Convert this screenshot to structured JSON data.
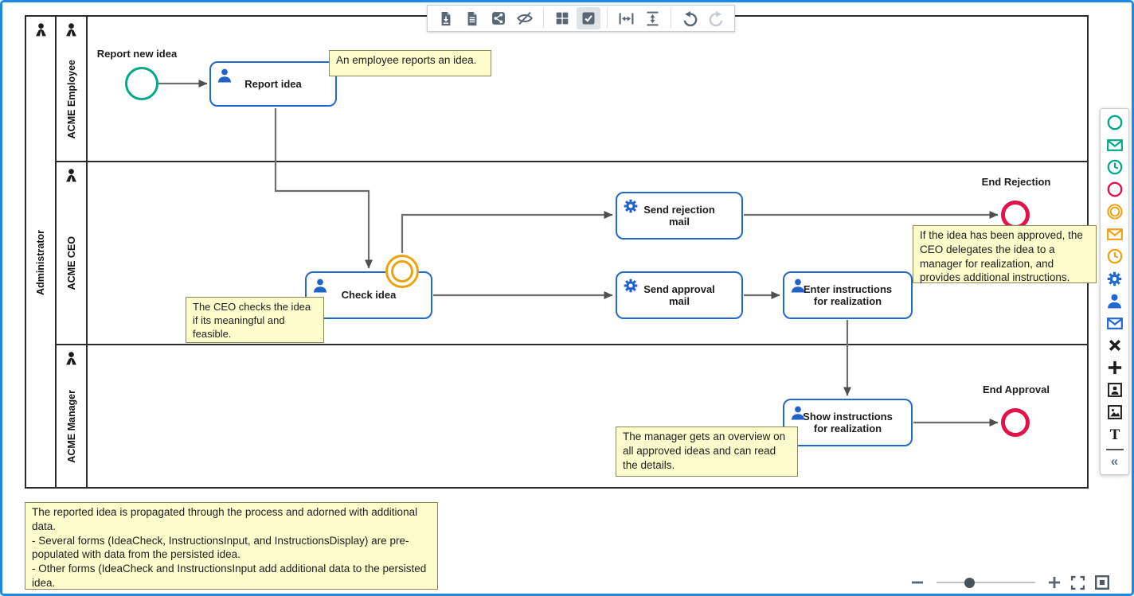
{
  "colors": {
    "window_border": "#1e88e5",
    "task_border": "#2268d1",
    "task_icon_blue": "#2163c9",
    "start_event_green": "#00a98c",
    "end_event_red": "#e21349",
    "intermediate_orange": "#eba40f",
    "annotation_bg": "#fcfccd",
    "annotation_border": "#8a8a55",
    "flow_gray": "#6e6e6e",
    "toolbar_icon": "#5a6775"
  },
  "toolbar": {
    "buttons": [
      {
        "name": "download-file"
      },
      {
        "name": "document-report"
      },
      {
        "name": "share"
      },
      {
        "name": "hide-overlays"
      },
      {
        "name": "grid-view"
      },
      {
        "name": "checkbox-overlay",
        "active": true
      },
      {
        "name": "fit-width"
      },
      {
        "name": "fit-height"
      },
      {
        "name": "undo"
      },
      {
        "name": "redo",
        "disabled": true
      }
    ]
  },
  "pool": {
    "label": "Administrator",
    "lanes": [
      {
        "label": "ACME Employee"
      },
      {
        "label": "ACME CEO"
      },
      {
        "label": "ACME Manager"
      }
    ]
  },
  "process": {
    "start_event": {
      "label": "Report new idea"
    },
    "tasks": [
      {
        "label": "Report idea",
        "type": "user"
      },
      {
        "label": "Check idea",
        "type": "user"
      },
      {
        "label": "Send rejection mail",
        "type": "service"
      },
      {
        "label": "Send approval mail",
        "type": "service"
      },
      {
        "label": "Enter instructions for realization",
        "type": "user"
      },
      {
        "label": "Show instructions for realization",
        "type": "user"
      }
    ],
    "end_events": [
      {
        "label": "End Rejection"
      },
      {
        "label": "End Approval"
      }
    ]
  },
  "annotations": [
    {
      "text": "An employee reports an idea."
    },
    {
      "text": "The CEO checks the idea if its meaningful and feasible."
    },
    {
      "text": "If the idea has been approved, the CEO delegates the idea to a manager for realization, and provides additional instructions."
    },
    {
      "text": "The manager gets an overview on all approved ideas and can read the details."
    },
    {
      "text": "The reported idea is propagated through the process and adorned with additional data.\n- Several forms (IdeaCheck, InstructionsInput, and InstructionsDisplay) are pre-populated with data from the persisted idea.\n- Other forms (IdeaCheck and InstructionsInput add additional data to the persisted idea."
    }
  ],
  "palette": {
    "items": [
      {
        "name": "start-event",
        "color": "#00a98c"
      },
      {
        "name": "message-start-event",
        "color": "#00a98c"
      },
      {
        "name": "timer-start-event",
        "color": "#00a98c"
      },
      {
        "name": "end-event",
        "color": "#e21349"
      },
      {
        "name": "intermediate-event",
        "color": "#eba40f"
      },
      {
        "name": "message-intermediate-event",
        "color": "#eba40f"
      },
      {
        "name": "timer-intermediate-event",
        "color": "#eba40f"
      },
      {
        "name": "service-task",
        "color": "#2268d1"
      },
      {
        "name": "user-task",
        "color": "#2268d1"
      },
      {
        "name": "send-task",
        "color": "#2268d1"
      },
      {
        "name": "exclusive-gateway",
        "color": "#1d1d1d"
      },
      {
        "name": "parallel-gateway",
        "color": "#1d1d1d"
      },
      {
        "name": "user-image",
        "color": "#1d1d1d"
      },
      {
        "name": "image",
        "color": "#1d1d1d"
      },
      {
        "name": "text",
        "color": "#1d1d1d"
      }
    ],
    "collapse_label": "«"
  },
  "zoom_controls": {
    "slider_position_pct": 33
  }
}
